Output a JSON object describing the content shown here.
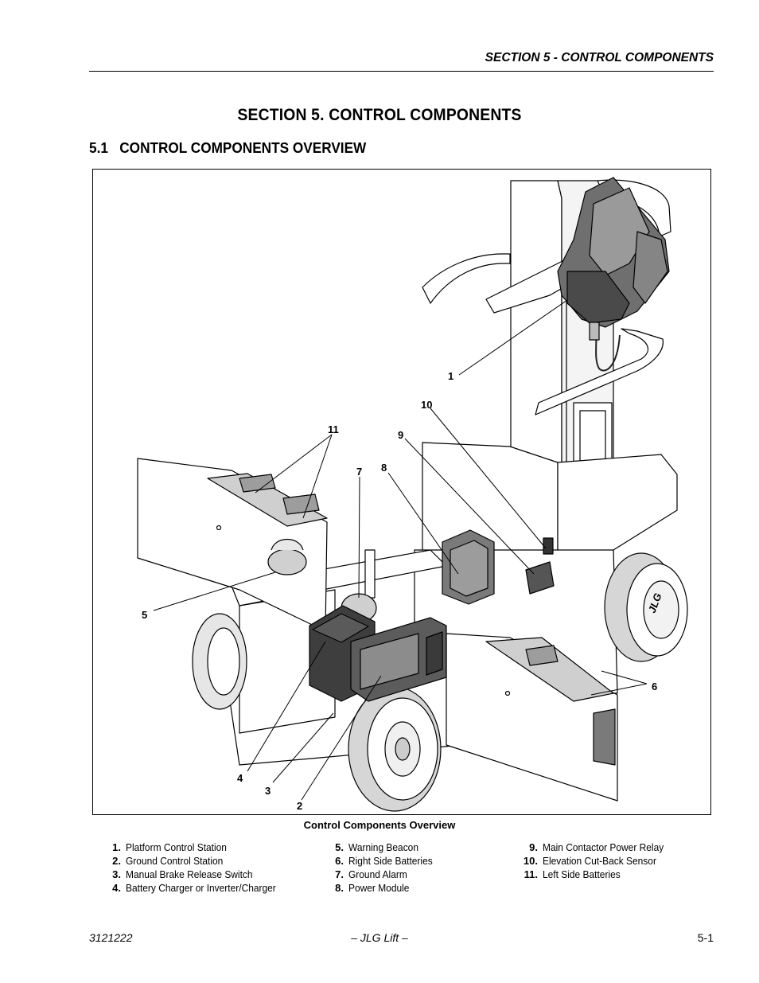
{
  "header": {
    "running_title": "SECTION 5 - CONTROL COMPONENTS"
  },
  "section": {
    "title": "SECTION 5.  CONTROL COMPONENTS",
    "subsection_title": "5.1   CONTROL COMPONENTS OVERVIEW"
  },
  "figure": {
    "caption": "Control Components Overview",
    "logo_text": "JLG",
    "callouts": [
      "1",
      "2",
      "3",
      "4",
      "5",
      "6",
      "7",
      "8",
      "9",
      "10",
      "11"
    ]
  },
  "legend": {
    "columns": [
      [
        {
          "num": "1.",
          "label": "Platform Control Station"
        },
        {
          "num": "2.",
          "label": "Ground Control Station"
        },
        {
          "num": "3.",
          "label": "Manual Brake Release Switch"
        },
        {
          "num": "4.",
          "label": "Battery Charger or Inverter/Charger"
        }
      ],
      [
        {
          "num": "5.",
          "label": "Warning Beacon"
        },
        {
          "num": "6.",
          "label": "Right Side Batteries"
        },
        {
          "num": "7.",
          "label": "Ground Alarm"
        },
        {
          "num": "8.",
          "label": "Power Module"
        }
      ],
      [
        {
          "num": "9.",
          "label": "Main Contactor Power Relay"
        },
        {
          "num": "10.",
          "label": "Elevation Cut-Back Sensor"
        },
        {
          "num": "11.",
          "label": "Left Side Batteries"
        }
      ]
    ]
  },
  "footer": {
    "doc_number": "3121222",
    "center": "– JLG Lift –",
    "page": "5-1"
  }
}
